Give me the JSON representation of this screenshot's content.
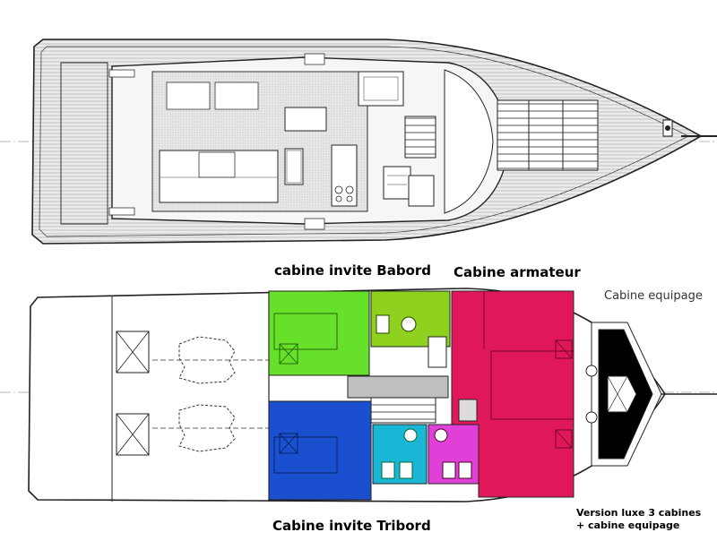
{
  "labels": {
    "cabine_invite_babord": "cabine invite Babord",
    "cabine_armateur": "Cabine armateur",
    "cabine_equipage": "Cabine equipage",
    "cabine_invite_tribord": "Cabine invite Tribord",
    "version_line1": "Version luxe 3 cabines",
    "version_line2": "+ cabine equipage"
  },
  "colors": {
    "babord": "#66e02a",
    "tribord": "#1a4fcf",
    "armateur": "#e0185a",
    "salle_eau_babord": "#8fd11f",
    "salle_eau_tribord_a": "#1ab6d6",
    "salle_eau_tribord_b": "#e040d8",
    "corridor": "#bfbfbf",
    "equipage": "#000000"
  }
}
